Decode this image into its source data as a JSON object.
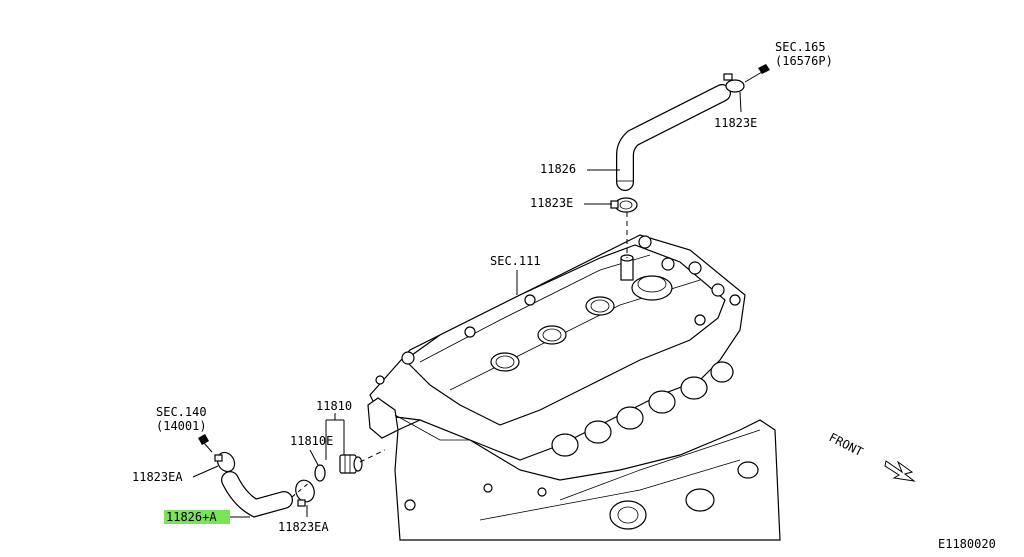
{
  "labels": {
    "sec165": "SEC.165",
    "sec165_sub": "(16576P)",
    "p11823e_top": "11823E",
    "p11826": "11826",
    "p11823e_mid": "11823E",
    "sec111": "SEC.111",
    "p11810": "11810",
    "p11810e": "11810E",
    "sec140": "SEC.140",
    "sec140_sub": "(14001)",
    "p11823ea_left": "11823EA",
    "p11826a": "11826+A",
    "p11823ea_bottom": "11823EA",
    "front": "FRONT",
    "diagram_code": "E1180020"
  },
  "colors": {
    "highlight": "#7be35a",
    "line": "#000000",
    "background": "#ffffff"
  }
}
